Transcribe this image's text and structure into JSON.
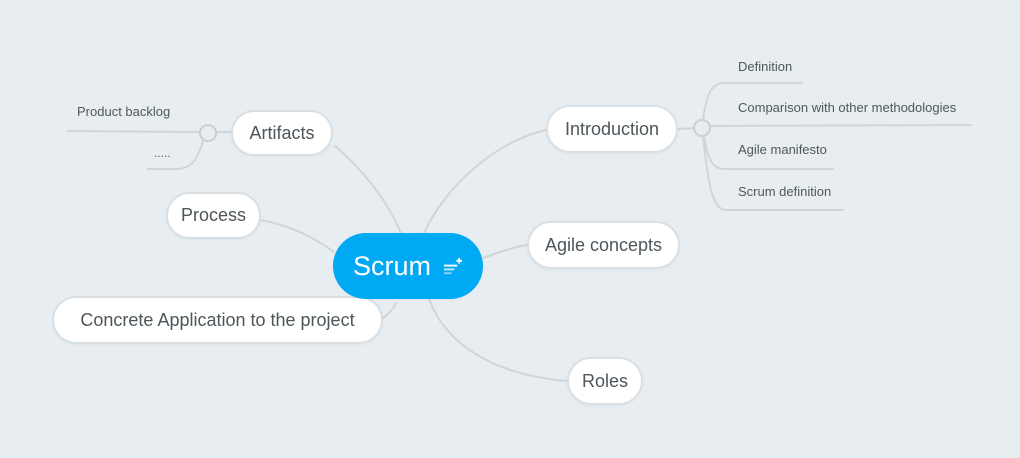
{
  "app": "mind-map-canvas",
  "colors": {
    "background": "#e7edf0",
    "root_node": "#00a9f4",
    "root_text": "#ffffff",
    "node_text": "#4d565a",
    "connector": "#cfd5d9"
  },
  "root": {
    "label": "Scrum",
    "icon": "add-notes-icon"
  },
  "branches": [
    {
      "id": "artifacts",
      "label": "Artifacts",
      "children": [
        {
          "label": "Product backlog"
        },
        {
          "label": "....."
        }
      ]
    },
    {
      "id": "process",
      "label": "Process",
      "children": []
    },
    {
      "id": "concrete",
      "label": "Concrete Application to the project",
      "children": []
    },
    {
      "id": "introduction",
      "label": "Introduction",
      "children": [
        {
          "label": "Definition"
        },
        {
          "label": "Comparison with other methodologies"
        },
        {
          "label": "Agile manifesto"
        },
        {
          "label": "Scrum definition"
        }
      ]
    },
    {
      "id": "agile-concepts",
      "label": "Agile concepts",
      "children": []
    },
    {
      "id": "roles",
      "label": "Roles",
      "children": []
    }
  ]
}
